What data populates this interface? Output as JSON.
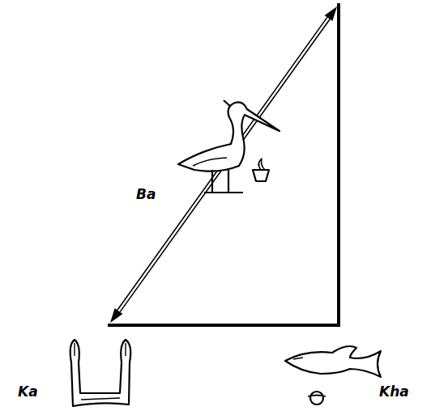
{
  "diagram": {
    "labels": [
      "Ba",
      "Ka",
      "Kha"
    ]
  }
}
